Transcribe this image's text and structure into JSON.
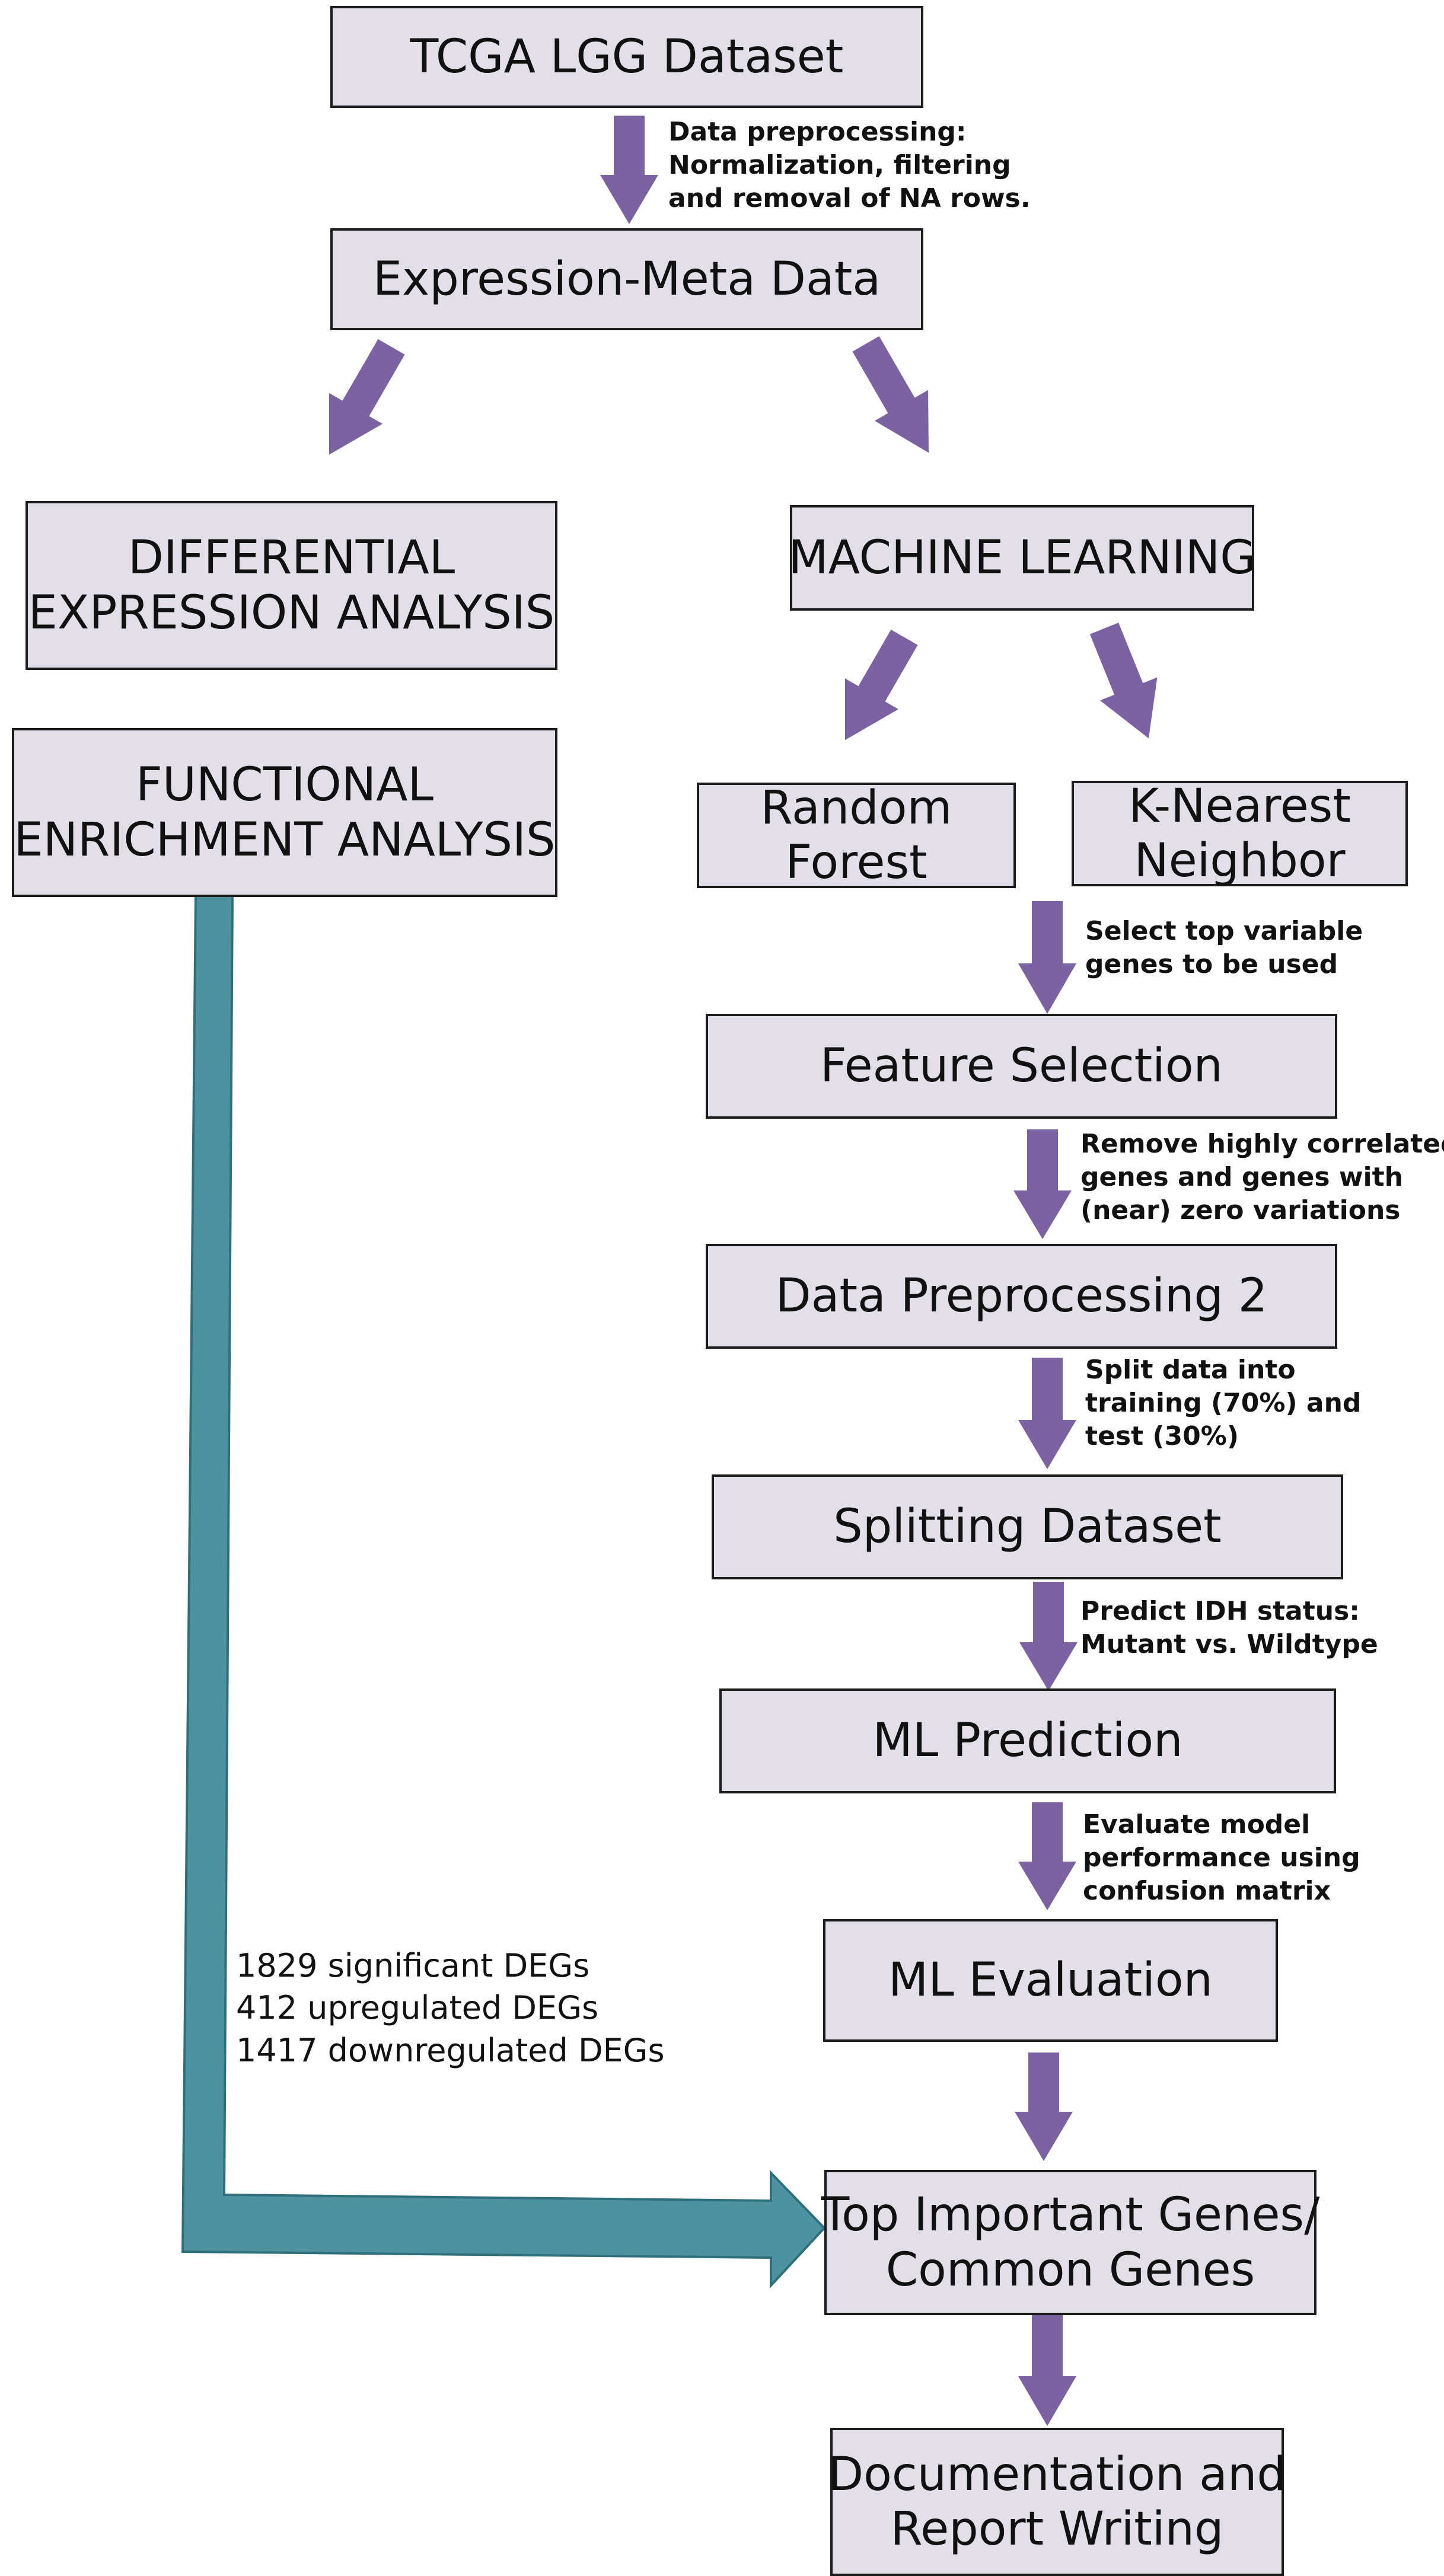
{
  "colors": {
    "arrow": "#7b62a3",
    "big_arrow": "#4f929f",
    "big_arrow_stroke": "#2e6f7b",
    "box_fill": "#e3dfe9",
    "box_border": "#1c1c1c"
  },
  "nodes": {
    "tcga": [
      "TCGA LGG Dataset"
    ],
    "expression_meta": [
      "Expression-Meta Data"
    ],
    "differential": [
      "DIFFERENTIAL",
      "EXPRESSION ANALYSIS"
    ],
    "functional": [
      "FUNCTIONAL",
      "ENRICHMENT ANALYSIS"
    ],
    "machine_learning": [
      "MACHINE LEARNING"
    ],
    "random_forest": [
      "Random",
      "Forest"
    ],
    "knn": [
      "K-Nearest",
      "Neighbor"
    ],
    "feature_selection": [
      "Feature Selection"
    ],
    "data_preprocessing_2": [
      "Data Preprocessing 2"
    ],
    "splitting_dataset": [
      "Splitting Dataset"
    ],
    "ml_prediction": [
      "ML Prediction"
    ],
    "ml_evaluation": [
      "ML Evaluation"
    ],
    "top_genes": [
      "Top Important Genes/",
      "Common Genes"
    ],
    "documentation": [
      "Documentation and",
      "Report Writing"
    ]
  },
  "notes": {
    "preprocessing": [
      "Data preprocessing:",
      "Normalization, filtering",
      "and removal of NA rows."
    ],
    "select_genes": [
      "Select top variable",
      "genes to be used"
    ],
    "remove_correlated": [
      "Remove highly correlated",
      "genes and genes with",
      "(near) zero variations"
    ],
    "split": [
      "Split data into",
      "training (70%) and",
      "test (30%)"
    ],
    "predict": [
      "Predict IDH status:",
      "Mutant  vs. Wildtype"
    ],
    "evaluate": [
      "Evaluate model",
      "performance using",
      "confusion matrix"
    ]
  },
  "stats": [
    "1829 significant DEGs",
    "412 upregulated DEGs",
    "1417 downregulated DEGs"
  ]
}
